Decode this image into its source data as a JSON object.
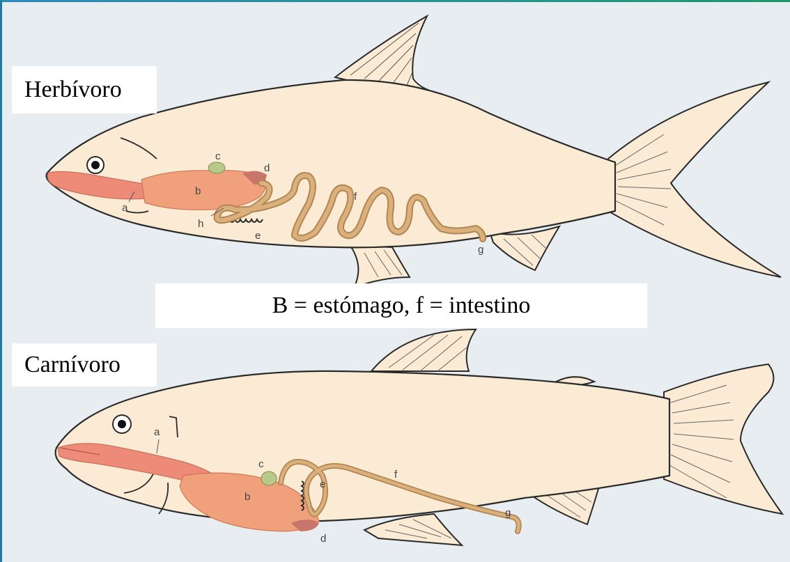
{
  "labels": {
    "herbivore": "Herbívoro",
    "carnivore": "Carnívoro",
    "caption": "B = estómago, f = intestino"
  },
  "organ_letters": {
    "a": "a",
    "b": "b",
    "c": "c",
    "d": "d",
    "e": "e",
    "f": "f",
    "g": "g",
    "h": "h"
  },
  "colors": {
    "body": "#fbebd4",
    "outline": "#2a2a2a",
    "stomach": "#f0a07a",
    "mouth": "#ee8b78",
    "intestine": "#dcb07d",
    "gallbladder": "#b9c98a",
    "spleen": "#c9766a",
    "frame_accent": "#1f7aa8"
  }
}
